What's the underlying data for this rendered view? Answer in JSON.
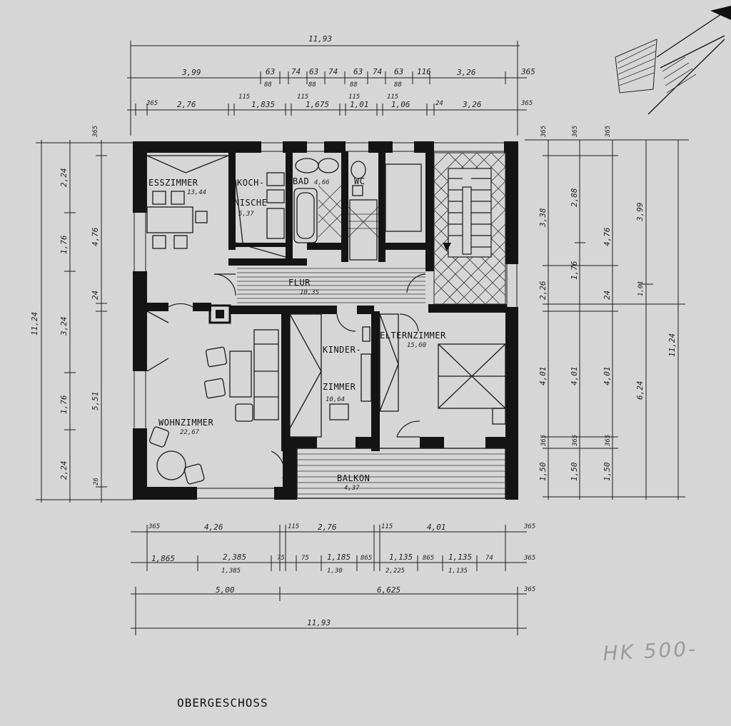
{
  "drawing": {
    "title": "OBERGESCHOSS",
    "handwritten_note": "HK 500-"
  },
  "rooms": [
    {
      "id": "esszimmer",
      "name": "ESSZIMMER",
      "area": "13,44"
    },
    {
      "id": "kochnische",
      "name": "KOCH-\nNISCHE",
      "area": "5,37"
    },
    {
      "id": "bad",
      "name": "BAD",
      "area": "4,66"
    },
    {
      "id": "wc",
      "name": "WC",
      "area": ""
    },
    {
      "id": "flur",
      "name": "FLUR",
      "area": "10,35"
    },
    {
      "id": "kinderzimmer",
      "name": "KINDER-\nZIMMER",
      "area": "10,64"
    },
    {
      "id": "elternzimmer",
      "name": "ELTERNZIMMER",
      "area": "15,60"
    },
    {
      "id": "wohnzimmer",
      "name": "WOHNZIMMER",
      "area": "22,67"
    },
    {
      "id": "balkon",
      "name": "BALKON",
      "area": "4,37"
    }
  ],
  "dimensions": {
    "top_overall": "11,93",
    "top_row1": [
      "3,99",
      "63",
      "74",
      "63",
      "74",
      "63",
      "74",
      "63",
      "116",
      "3,26",
      "365"
    ],
    "top_row1_sub": [
      "88",
      "88",
      "88",
      "88"
    ],
    "top_row2": [
      "365",
      "2,76",
      "115",
      "1,835",
      "115",
      "1,675",
      "115",
      "1,01",
      "115",
      "1,06",
      "24",
      "3,26",
      "365"
    ],
    "left_col1": "11,24",
    "left_col2": [
      "2,24",
      "1,76",
      "3,24",
      "1,76",
      "2,24"
    ],
    "left_col3": [
      "365",
      "4,76",
      "24",
      "5,51",
      "26"
    ],
    "right_col1": [
      "365",
      "365",
      "365"
    ],
    "right_col2": [
      "3,38",
      "2,26",
      "4,01",
      "365",
      "1,50"
    ],
    "right_col3": [
      "2,88",
      "1,76",
      "4,01",
      "365",
      "1,50"
    ],
    "right_col4": [
      "4,76",
      "24",
      "4,01",
      "365",
      "1,50"
    ],
    "right_col5": [
      "3,99",
      "1,01",
      "6,24"
    ],
    "right_overall": "11,24",
    "bottom_row1": [
      "365",
      "4,26",
      "115",
      "2,76",
      "115",
      "4,01",
      "365"
    ],
    "bottom_row2": [
      "1,865",
      "2,385",
      "75",
      "75",
      "1,185",
      "865",
      "1,135",
      "865",
      "1,135",
      "74",
      "365"
    ],
    "bottom_row2_sub": [
      "1,385",
      "1,30",
      "2,225",
      "1,135"
    ],
    "bottom_row3": [
      "5,00",
      "6,625",
      "365"
    ],
    "bottom_overall": "11,93"
  }
}
